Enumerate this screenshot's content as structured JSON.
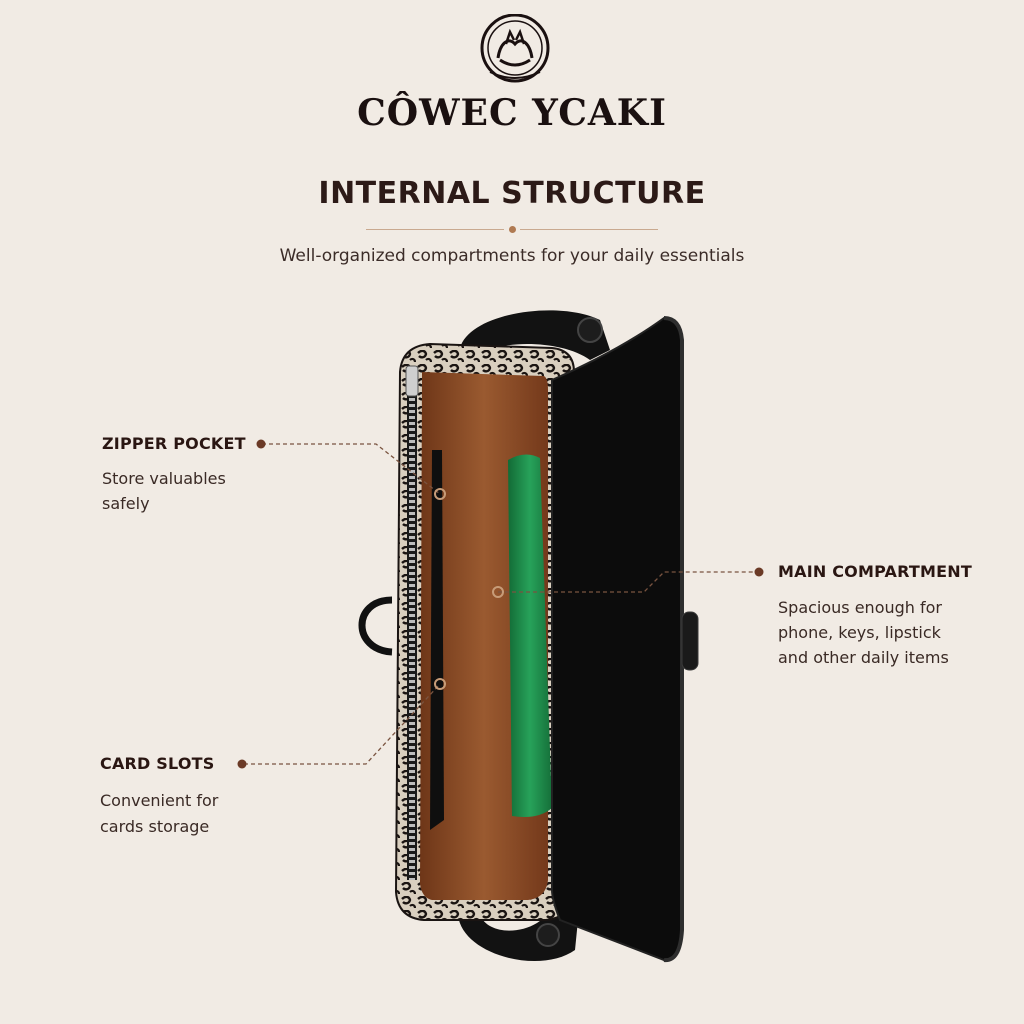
{
  "brand": {
    "name": "CÔWEC YCAKI",
    "logo_icon": "crest-emblem-icon"
  },
  "section": {
    "title": "INTERNAL STRUCTURE",
    "subtitle": "Well-organized compartments for your daily essentials"
  },
  "callouts": {
    "zipper_pocket": {
      "title": "ZIPPER POCKET",
      "desc_line1": "Store valuables",
      "desc_line2": "safely"
    },
    "card_slots": {
      "title": "CARD SLOTS",
      "desc_line1": "Convenient for",
      "desc_line2": "cards storage"
    },
    "main_compartment": {
      "title": "MAIN COMPARTMENT",
      "desc_line1": "Spacious enough for",
      "desc_line2": "phone, keys, lipstick",
      "desc_line3": "and other daily items"
    }
  },
  "colors": {
    "background": "#f1ebe4",
    "accent_dot": "#6b3a26",
    "leader_line": "#7a5440",
    "lining": "#8a4a24",
    "leather": "#111111",
    "green_item": "#1e8a4a"
  }
}
